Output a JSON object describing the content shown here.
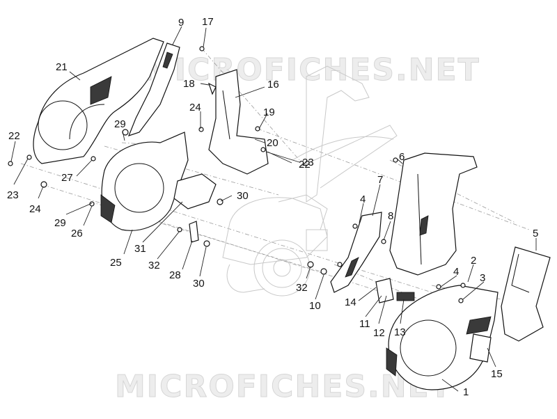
{
  "watermark": {
    "top": "MICROFICHES.NET",
    "bottom": "MICROFICHES.NET"
  },
  "callouts": [
    "1",
    "2",
    "3",
    "4",
    "4",
    "5",
    "6",
    "7",
    "8",
    "9",
    "10",
    "11",
    "12",
    "13",
    "14",
    "15",
    "16",
    "17",
    "18",
    "19",
    "20",
    "21",
    "22",
    "22",
    "23",
    "23",
    "24",
    "24",
    "25",
    "26",
    "27",
    "28",
    "29",
    "29",
    "30",
    "30",
    "31",
    "32",
    "32"
  ]
}
